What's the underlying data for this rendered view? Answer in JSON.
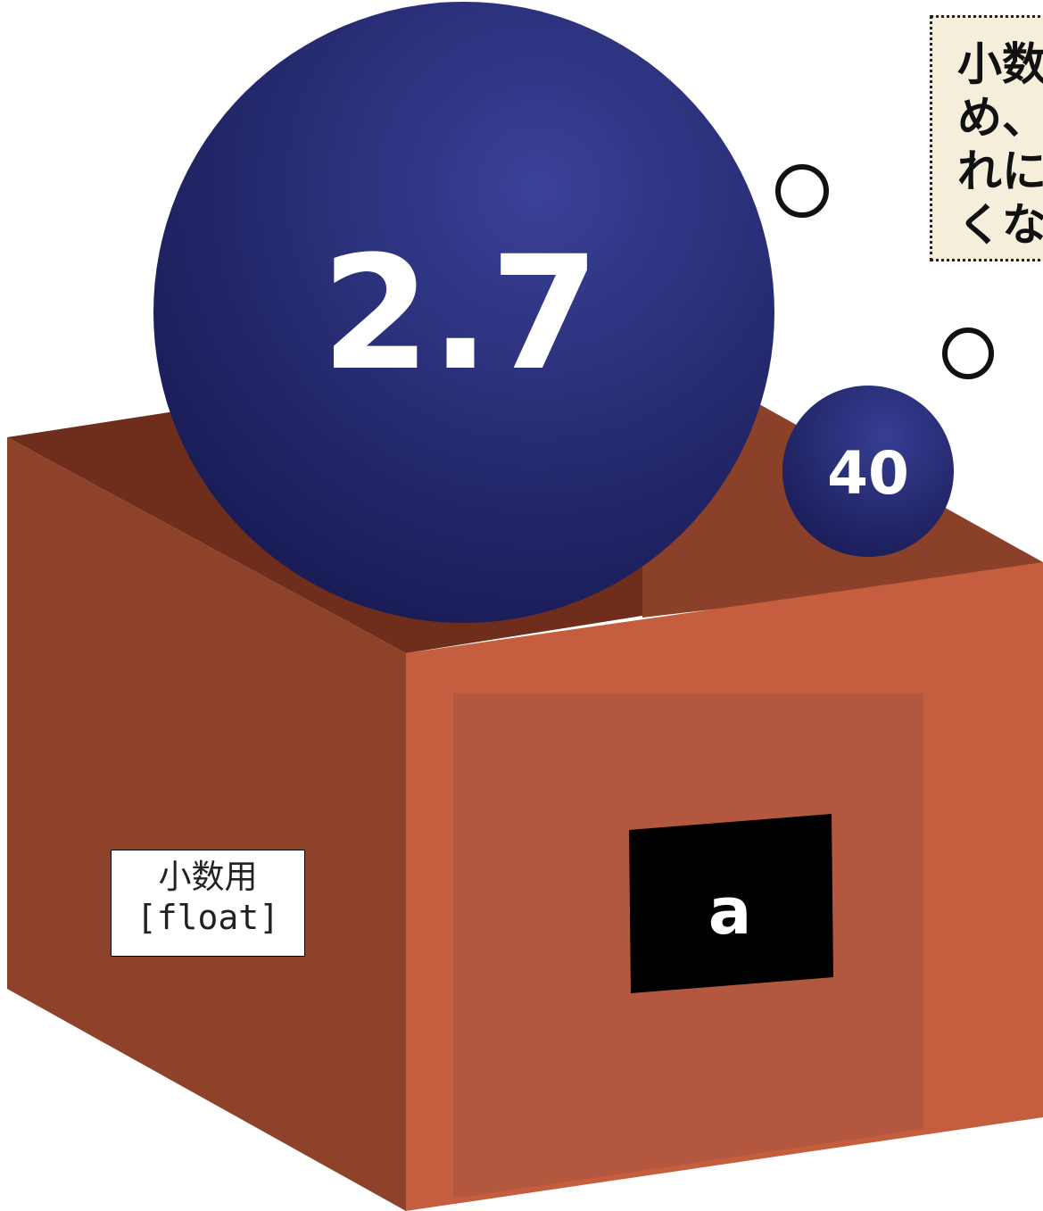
{
  "big_ball": {
    "label": "2.7"
  },
  "small_ball": {
    "label": "40"
  },
  "box": {
    "name_tag": "a",
    "side_label": {
      "line1": "小数用",
      "line2": "[float]"
    }
  },
  "thought_bubble": {
    "text": "小数\nめ、\nれに\nくな"
  },
  "colors": {
    "ball": "#2b2f7d",
    "box_front": "#c55e3f",
    "box_side": "#8e422a",
    "box_inside": "#6e2e1b",
    "tag_bg": "#000000",
    "bubble_bg": "#f4eedb"
  }
}
